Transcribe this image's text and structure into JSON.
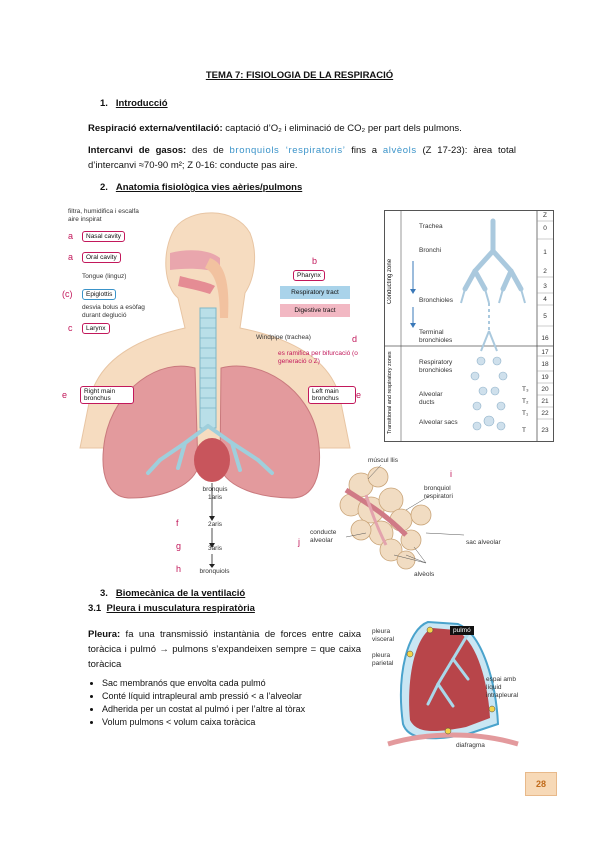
{
  "title": "TEMA 7: FISIOLOGIA DE LA RESPIRACIÓ",
  "sections": {
    "s1": {
      "num": "1.",
      "title": "Introducció"
    },
    "s2": {
      "num": "2.",
      "title": "Anatomia fisiològica vies aèries/pulmons"
    },
    "s3": {
      "num": "3.",
      "title": "Biomecànica de la ventilació"
    },
    "s31": {
      "num": "3.1",
      "title": "Pleura i musculatura respiratòria"
    }
  },
  "intro": {
    "p1_bold": "Respiració externa/ventilació:",
    "p1_text": " captació d’O₂ i eliminació de CO₂ per part dels pulmons.",
    "p2_bold": "Intercanvi de gasos:",
    "p2_a": " des de ",
    "p2_blue1": "bronquiols ‘respiratoris’",
    "p2_b": " fins a ",
    "p2_blue2": "alvèols",
    "p2_c": " (Z 17-23): àrea total d’intercanvi ≈70-90 m²; Z 0-16: conducte pas aire."
  },
  "anatomy": {
    "note_top": "filtra, humidifica i escalfa aire inspirat",
    "a": "a",
    "b": "b",
    "c": "c",
    "cp": "(c)",
    "d": "d",
    "e": "e",
    "f": "f",
    "g": "g",
    "h": "h",
    "i": "i",
    "j": "j",
    "nasal": "Nasal cavity",
    "oral": "Oral cavity",
    "tongue": "Tongue (linguz)",
    "epiglottis": "Epiglottis",
    "epi_note": "desvia bolus a esòfag durant deglució",
    "larynx": "Larynx",
    "pharynx": "Pharynx",
    "resp_tract": "Respiratory tract",
    "dig_tract": "Digestive tract",
    "windpipe": "Windpipe (trachea)",
    "bifurc": "es ramifica per bifurcació (o generació o Z)",
    "right_bronchus": "Right main bronchus",
    "left_bronchus": "Left main bronchus",
    "bronquis": "bronquis",
    "t1": "1aris",
    "t2": "2aris",
    "t3": "3aris",
    "bronquiols": "bronquiols"
  },
  "zone_diagram": {
    "z_header": "Z",
    "rows": [
      "0",
      "1",
      "2",
      "3",
      "4",
      "5",
      "16",
      "17",
      "18",
      "19",
      "20",
      "21",
      "22",
      "23"
    ],
    "trachea": "Trachea",
    "bronchi": "Bronchi",
    "bronchioles": "Bronchioles",
    "terminal": "Terminal bronchioles",
    "resp_bronch": "Respiratory bronchioles",
    "alv_ducts": "Alveolar ducts",
    "alv_sacs": "Alveolar sacs",
    "conducting": "Conducting zone",
    "transitional": "Transitional and respiratory zones",
    "t3": "T₃",
    "t2": "T₂",
    "t1": "T₁",
    "t": "T"
  },
  "alveoli": {
    "muscul": "múscul llis",
    "bronquiol": "bronquiol respiratori",
    "conducte": "conducte alveolar",
    "sac": "sac alveolar",
    "alveols": "alvèols"
  },
  "pleura": {
    "bold": "Pleura:",
    "text": " fa una transmissió instantània de forces entre caixa toràcica i pulmó → pulmons s’expandeixen sempre = que caixa toràcica",
    "bullets": [
      "Sac membranós que envolta cada pulmó",
      "Conté líquid intrapleural amb pressió < a l’alveolar",
      "Adherida per un costat al pulmó i per l’altre al tòrax",
      "Volum pulmons < volum caixa toràcica"
    ],
    "visceral": "pleura visceral",
    "parietal": "pleura parietal",
    "pulmo": "pulmó",
    "espai": "espai amb líquid intrapleural",
    "diafragma": "diafragma"
  },
  "page_number": "28",
  "colors": {
    "magenta": "#c2185b",
    "blue": "#3a93c9",
    "lung": "#d98b8e",
    "badge": "#f7d9b7"
  }
}
